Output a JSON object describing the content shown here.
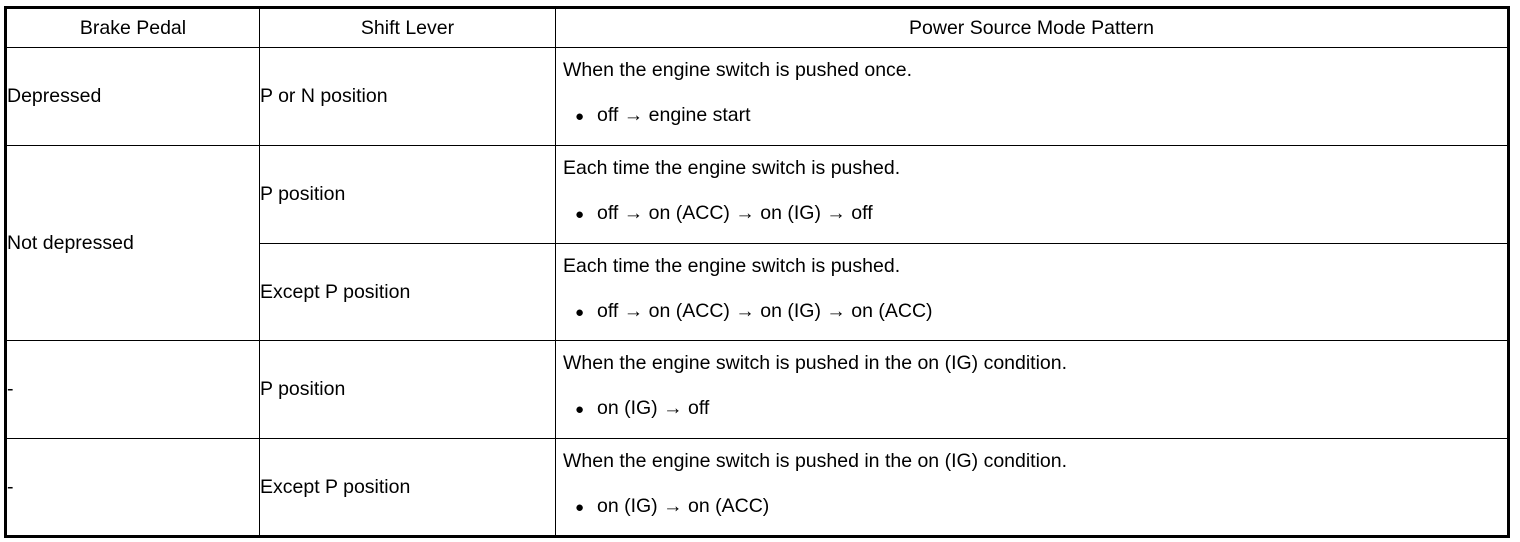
{
  "table": {
    "headers": [
      {
        "key": "brake-pedal",
        "label": "Brake Pedal"
      },
      {
        "key": "shift-lever",
        "label": "Shift Lever"
      },
      {
        "key": "power-source-mode-pattern",
        "label": "Power Source Mode Pattern"
      }
    ],
    "bullet_glyph": "●",
    "rows": [
      {
        "brake_pedal": "Depressed",
        "shift_lever": "P or N position",
        "pattern_lead": "When the engine switch is pushed once.",
        "pattern_bullet": "off → engine start"
      },
      {
        "brake_pedal": "Not depressed",
        "shift_lever": "P position",
        "pattern_lead": "Each time the engine switch is pushed.",
        "pattern_bullet": "off → on (ACC) → on (IG) → off"
      },
      {
        "brake_pedal": "",
        "shift_lever": "Except P position",
        "pattern_lead": "Each time the engine switch is pushed.",
        "pattern_bullet": "off → on (ACC) → on (IG) → on (ACC)"
      },
      {
        "brake_pedal": "-",
        "shift_lever": "P position",
        "pattern_lead": "When the engine switch is pushed in the on (IG) condition.",
        "pattern_bullet": "on (IG) → off"
      },
      {
        "brake_pedal": "-",
        "shift_lever": "Except P position",
        "pattern_lead": "When the engine switch is pushed in the on (IG) condition.",
        "pattern_bullet": "on (IG) → on (ACC)"
      }
    ]
  },
  "colors": {
    "border": "#000000",
    "text": "#000000",
    "background": "#ffffff"
  }
}
